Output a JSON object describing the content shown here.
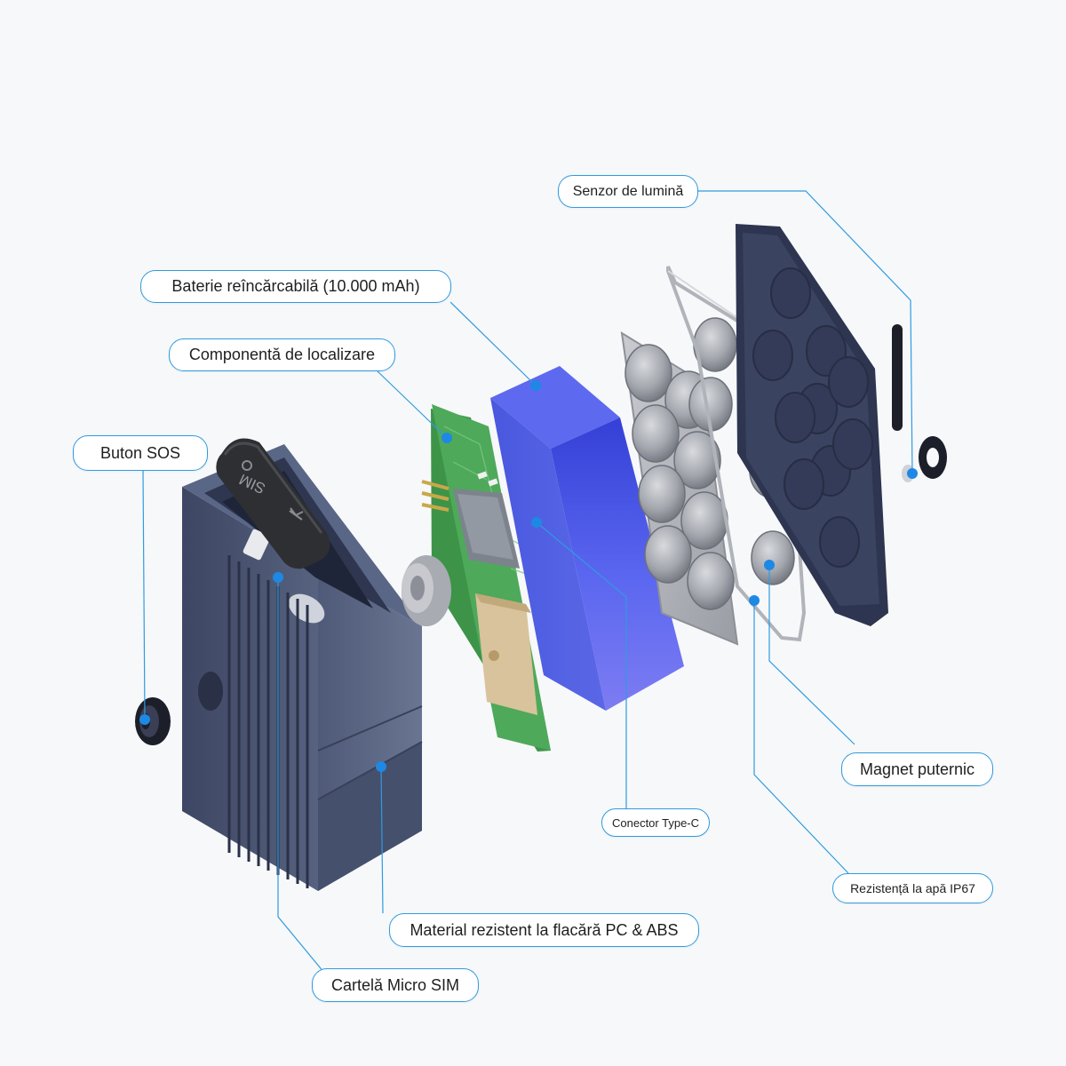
{
  "callouts": {
    "sos_button": "Buton SOS",
    "positioning": "Componentă de localizare",
    "battery": "Baterie reîncărcabilă (10.000 mAh)",
    "light_sensor": "Senzor de lumină",
    "magnet": "Magnet puternic",
    "type_c": "Conector Type-C",
    "waterproof": "Rezistență la apă IP67",
    "material": "Material rezistent la flacără PC & ABS",
    "sim_card": "Cartelă Micro SIM"
  },
  "device_markings": {
    "cover_text": "SIM"
  },
  "colors": {
    "leader_line": "#2f9be0",
    "dot": "#1e88e5",
    "housing": "#4a5575",
    "battery": "#4a56e4",
    "pcb": "#3e9a4a",
    "magnet": "#9ea0a6",
    "back_cover": "#2d3550"
  }
}
